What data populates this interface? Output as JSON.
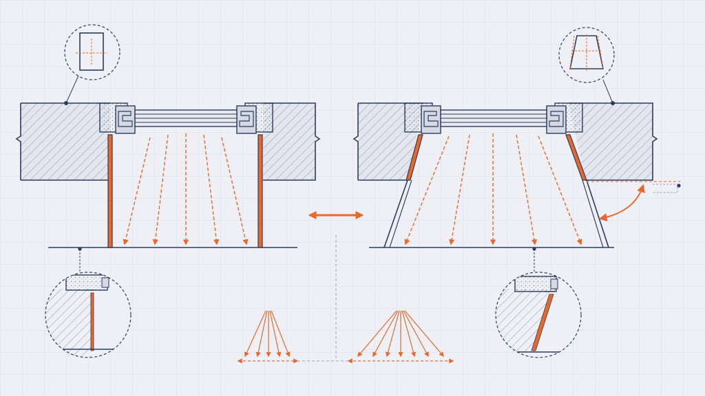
{
  "diagram": {
    "left_variant": "straight-reveal",
    "right_variant": "splayed-reveal",
    "comparison": "double-arrow",
    "colors": {
      "background": "#eef0f5",
      "grid": "#dde1ea",
      "ink": "#2d3a5c",
      "wall_fill": "#e3e6ed",
      "hatch": "#8a94ad",
      "frame_fill": "#d4d9e3",
      "concrete_fill": "#dcdfe6",
      "accent": "#e8682c",
      "dash": "#9aa3b6"
    },
    "icons": [
      "plan-detail-icon",
      "trapezoid-detail-icon",
      "straight-reveal-detail-icon",
      "splayed-reveal-detail-icon"
    ]
  }
}
